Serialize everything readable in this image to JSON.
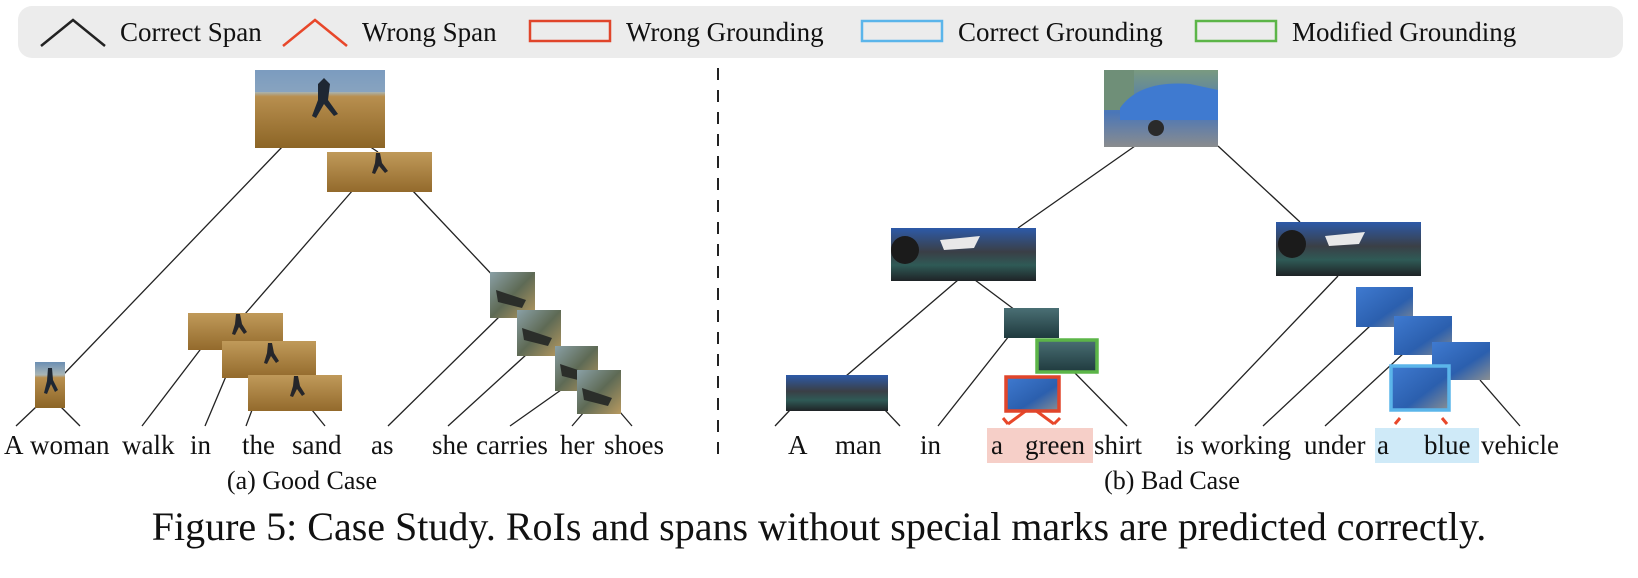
{
  "legend": {
    "correct_span": "Correct Span",
    "wrong_span": "Wrong Span",
    "wrong_grounding": "Wrong Grounding",
    "correct_grounding": "Correct Grounding",
    "modified_grounding": "Modified Grounding"
  },
  "colors": {
    "correct_span": "#222222",
    "wrong_span": "#e8472a",
    "wrong_grounding": "#e0452b",
    "correct_grounding": "#5bb5ea",
    "modified_grounding": "#5cb548",
    "wrong_highlight": "#f6cfc8",
    "correct_highlight": "#cfeaf8"
  },
  "good_case": {
    "label": "(a) Good Case",
    "words": [
      "A",
      "woman",
      "walk",
      "in",
      "the",
      "sand",
      "as",
      "she",
      "carries",
      "her",
      "shoes"
    ]
  },
  "bad_case": {
    "label": "(b) Bad Case",
    "words": [
      "A",
      "man",
      "in",
      "a",
      "green",
      "shirt",
      "is",
      "working",
      "under",
      "a",
      "blue",
      "vehicle"
    ]
  },
  "caption": "Figure 5: Case Study. RoIs and spans without special marks are predicted correctly."
}
